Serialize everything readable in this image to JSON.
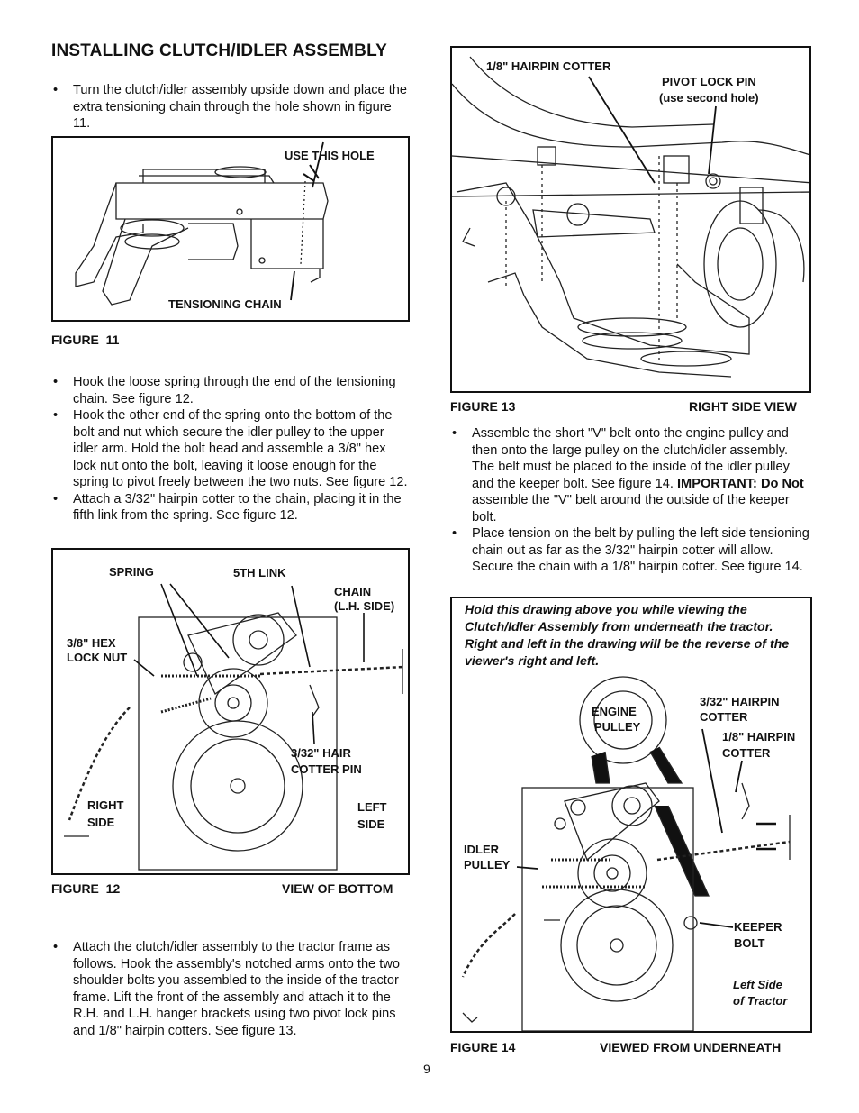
{
  "heading": "INSTALLING CLUTCH/IDLER ASSEMBLY",
  "intro_bullets": [
    "Turn the clutch/idler assembly upside down and place the extra tensioning chain through the hole shown in figure 11."
  ],
  "figure11": {
    "caption": "FIGURE  11",
    "label_hole": "USE THIS HOLE",
    "label_chain": "TENSIONING CHAIN"
  },
  "mid_bullets": [
    "Hook the loose spring through the end of the tensioning chain. See figure 12.",
    "Hook the other end of the spring onto the bottom of the bolt and nut which secure the idler pulley to the upper idler arm. Hold the bolt head and assemble a 3/8\" hex lock nut onto the bolt, leaving it loose enough for the spring to pivot freely between the two nuts. See figure 12.",
    "Attach a 3/32\" hairpin cotter to the chain, placing it in the fifth link from the spring. See figure 12."
  ],
  "figure12": {
    "caption_left": "FIGURE  12",
    "caption_right": "VIEW OF BOTTOM",
    "label_spring": "SPRING",
    "label_5th": "5TH LINK",
    "label_chain_1": "CHAIN",
    "label_chain_2": "(L.H. SIDE)",
    "label_hex_1": "3/8\" HEX",
    "label_hex_2": "LOCK NUT",
    "label_hair_1": "3/32\" HAIR",
    "label_hair_2": "COTTER PIN",
    "label_right_1": "RIGHT",
    "label_right_2": "SIDE",
    "label_left_1": "LEFT",
    "label_left_2": "SIDE"
  },
  "bottom_bullets": [
    "Attach the clutch/idler assembly to the tractor frame as follows. Hook the assembly's notched arms onto the two shoulder bolts you assembled to the inside of the tractor frame. Lift the front of the assembly and attach it to the R.H. and L.H. hanger brackets using two pivot lock pins and 1/8\" hairpin cotters. See figure 13."
  ],
  "figure13": {
    "caption_left": "FIGURE 13",
    "caption_right": "RIGHT SIDE VIEW",
    "label_hairpin": "1/8\" HAIRPIN COTTER",
    "label_pivot_1": "PIVOT LOCK PIN",
    "label_pivot_2": "(use second hole)"
  },
  "right_bullets": {
    "b1_a": "Assemble the short \"V\" belt onto the engine pulley and then onto the large pulley on the clutch/idler assembly. The belt must be placed to the inside of the idler pulley and the keeper bolt. See figure 14.",
    "b1_important": "IMPORTANT:  Do Not",
    "b1_b": " assemble the \"V\" belt around the outside of the keeper bolt.",
    "b2": "Place tension on the belt by pulling the left side tensioning chain out as far as the 3/32\" hairpin cotter will allow. Secure the chain with a 1/8\" hairpin cotter. See figure 14."
  },
  "figure14": {
    "note": "Hold this drawing above you while viewing the Clutch/Idler Assembly from underneath the tractor. Right and left in the drawing will be the reverse of the viewer's right and left.",
    "label_engine_1": "ENGINE",
    "label_engine_2": "PULLEY",
    "label_332_1": "3/32\" HAIRPIN",
    "label_332_2": "COTTER",
    "label_18_1": "1/8\" HAIRPIN",
    "label_18_2": "COTTER",
    "label_idler_1": "IDLER",
    "label_idler_2": "PULLEY",
    "label_keeper_1": "KEEPER",
    "label_keeper_2": "BOLT",
    "label_leftside_1": "Left Side",
    "label_leftside_2": "of Tractor",
    "caption_left": "FIGURE 14",
    "caption_right": "VIEWED FROM UNDERNEATH"
  },
  "page_number": "9"
}
